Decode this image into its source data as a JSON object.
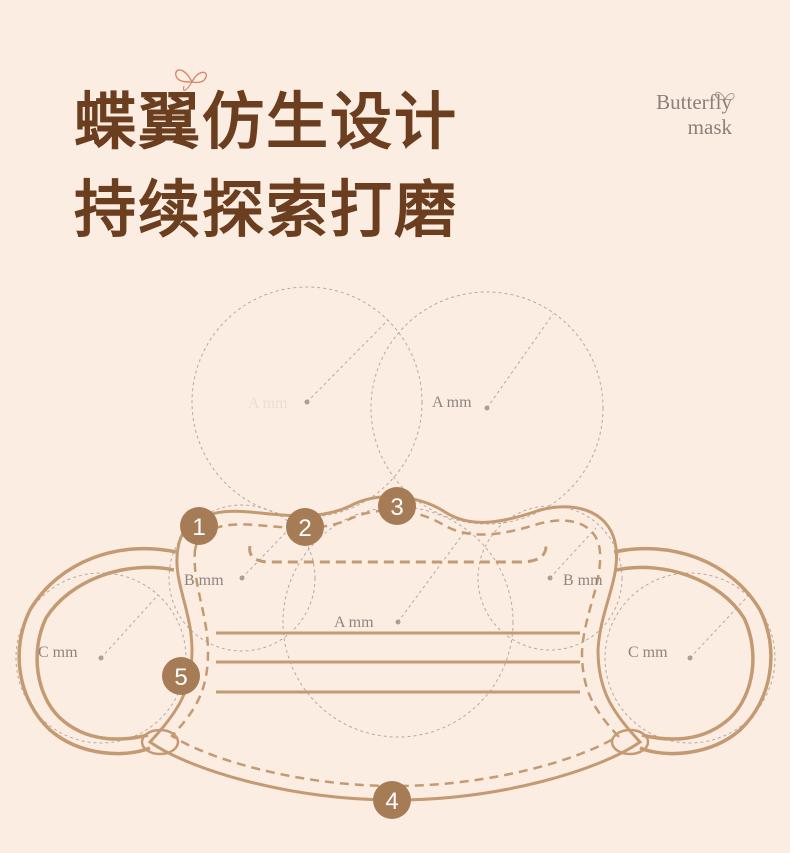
{
  "headline": {
    "line1": "蝶翼仿生设计",
    "line2": "持续探索打磨"
  },
  "brand": {
    "line1": "Butterfly",
    "line2": "mask"
  },
  "measurements": {
    "circle_top_left": "A mm",
    "circle_top_right": "A mm",
    "circle_center": "A mm",
    "circle_left_b": "B mm",
    "circle_right_b": "B mm",
    "circle_left_c": "C mm",
    "circle_right_c": "C mm"
  },
  "badges": [
    "1",
    "2",
    "3",
    "4",
    "5"
  ],
  "colors": {
    "background": "#fcede3",
    "headline": "#6b3e1f",
    "mask_outline": "#c49a72",
    "badge": "#a67c57",
    "dashed_guides": "#a9a09a"
  }
}
